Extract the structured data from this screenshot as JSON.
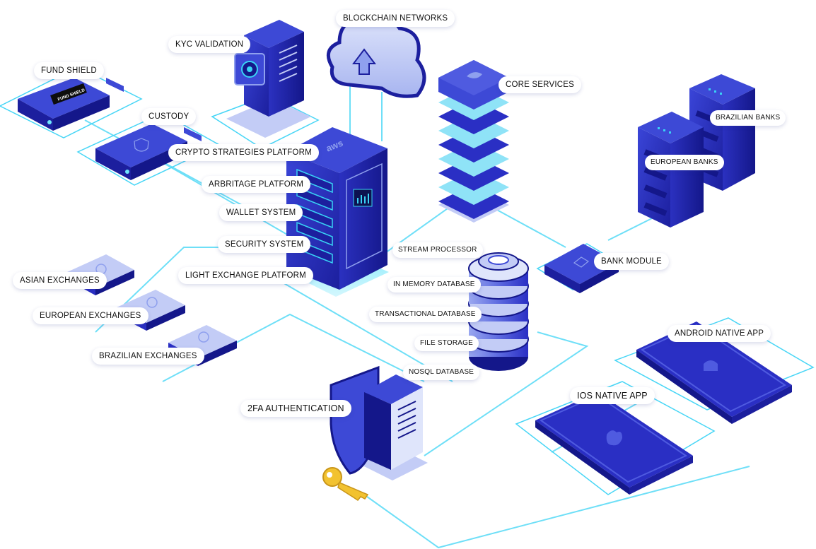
{
  "labels": {
    "blockchain_networks": "BLOCKCHAIN NETWORKS",
    "kyc_validation": "KYC VALIDATION",
    "fund_shield": "FUND SHIELD",
    "fund_shield_device": "FUND SHIELD",
    "custody": "CUSTODY",
    "crypto_strategies_platform": "CRYPTO STRATEGIES PLATFORM",
    "arbitrage_platform": "ARBRITAGE PLATFORM",
    "wallet_system": "WALLET SYSTEM",
    "security_system": "SECURITY SYSTEM",
    "light_exchange_platform": "LIGHT EXCHANGE PLATFORM",
    "core_services": "CORE SERVICES",
    "brazilian_banks": "BRAZILIAN BANKS",
    "european_banks": "EUROPEAN BANKS",
    "bank_module": "BANK MODULE",
    "stream_processor": "STREAM PROCESSOR",
    "in_memory_database": "IN MEMORY DATABASE",
    "transactional_database": "TRANSACTIONAL DATABASE",
    "file_storage": "FILE STORAGE",
    "nosql_database": "NOSQL DATABASE",
    "asian_exchanges": "ASIAN EXCHANGES",
    "european_exchanges": "EUROPEAN EXCHANGES",
    "brazilian_exchanges": "BRAZILIAN EXCHANGES",
    "twofa_authentication": "2FA AUTHENTICATION",
    "android_native_app": "ANDROID NATIVE APP",
    "ios_native_app": "IOS NATIVE APP",
    "aws_logo": "aws"
  },
  "icons": {
    "cloud": "cloud-upload-icon",
    "shield": "shield-icon",
    "exchange": "dollar-exchange-icon",
    "android": "android-icon",
    "apple": "apple-icon",
    "key": "key-icon",
    "camera": "camera-icon"
  },
  "colors": {
    "navy": "#1c1f9e",
    "blue": "#2a2fc4",
    "mid_blue": "#3d49d6",
    "light_blue": "#8fa0ee",
    "pale_blue": "#c3ccf6",
    "cyan": "#39d3f5",
    "gold": "#f2c230",
    "label_bg": "#ffffff"
  }
}
